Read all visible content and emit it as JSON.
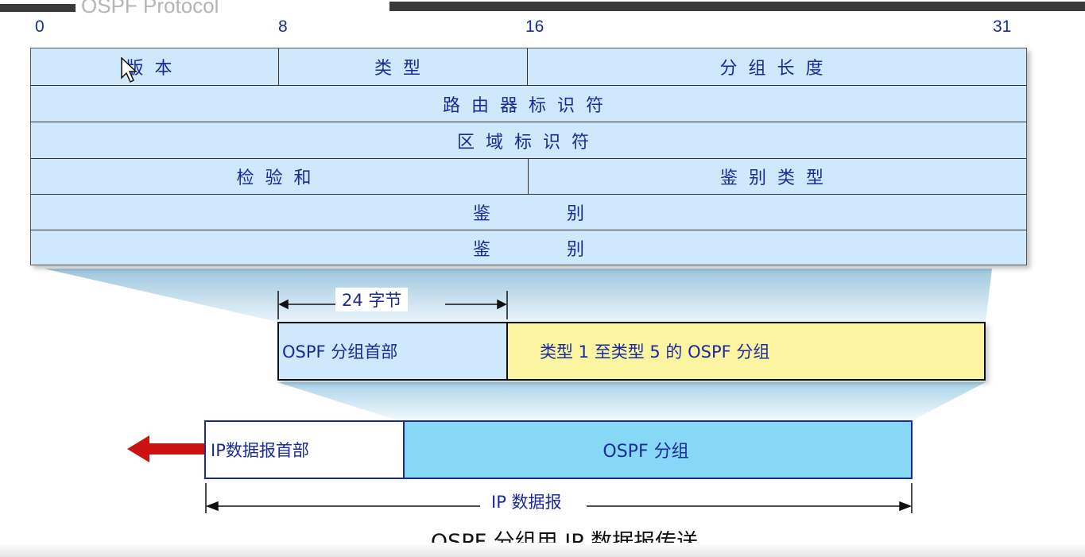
{
  "deck_title": "OSPF Protocol",
  "bit_positions": [
    "0",
    "8",
    "16",
    "31"
  ],
  "header_fields": {
    "row1": {
      "version": "版本",
      "type": "类型",
      "packet_length": "分组长度"
    },
    "row2": {
      "router_id": "路由器标识符"
    },
    "row3": {
      "area_id": "区域标识符"
    },
    "row4": {
      "checksum": "检验和",
      "auth_type": "鉴别类型"
    },
    "row5": {
      "authentication": "鉴别"
    },
    "row6": {
      "authentication": "鉴别"
    }
  },
  "header_size_label": "24 字节",
  "ospf_packet": {
    "header_label": "OSPF 分组首部",
    "body_label": "类型 1 至类型 5 的 OSPF 分组"
  },
  "ip_datagram": {
    "header_label": "IP数据报首部",
    "body_label": "OSPF 分组",
    "span_label": "IP 数据报"
  },
  "caption": "OSPF 分组用 IP 数据报传送",
  "colors": {
    "header_fill": "#cfe8fb",
    "ospf_body_fill": "#fbf5a2",
    "ip_body_fill": "#86d8f6",
    "arrow": "#cc1111",
    "text": "#1a2a9a"
  }
}
